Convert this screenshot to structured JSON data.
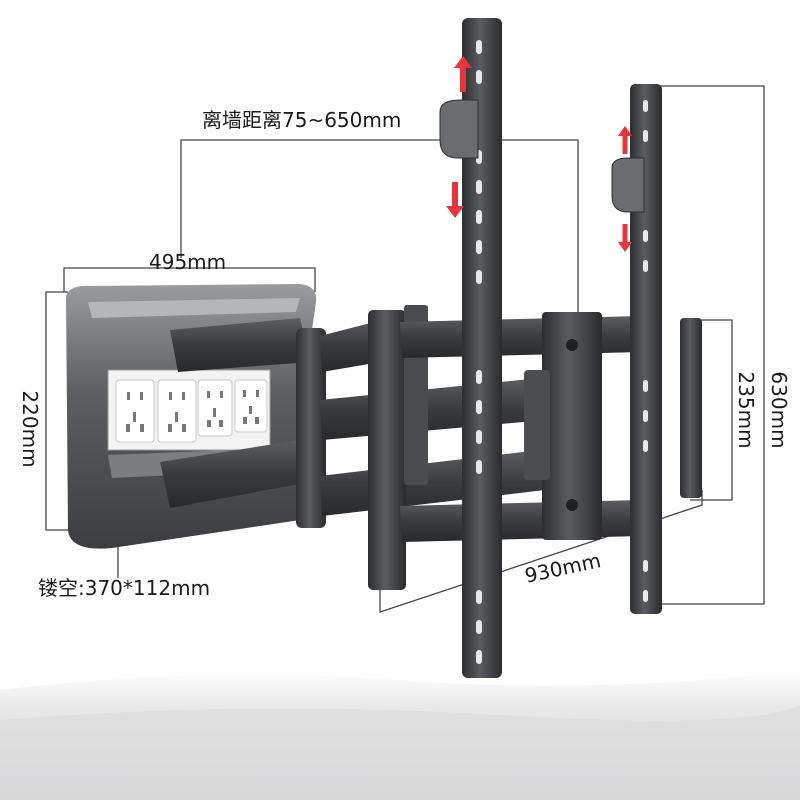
{
  "dimensions": {
    "wall_distance": "离墙距离75~650mm",
    "box_width": "495mm",
    "box_height": "220mm",
    "cutout": "镂空:370*112mm",
    "span_width": "930mm",
    "inner_height": "235mm",
    "total_height": "630mm"
  },
  "colors": {
    "arrow_red": "#e8343a",
    "steel_dark": "#3c3d40",
    "steel_mid": "#55575b",
    "steel_light": "#8a8c90"
  },
  "icons": [
    "up-arrow-icon",
    "down-arrow-icon",
    "power-socket-icon"
  ]
}
